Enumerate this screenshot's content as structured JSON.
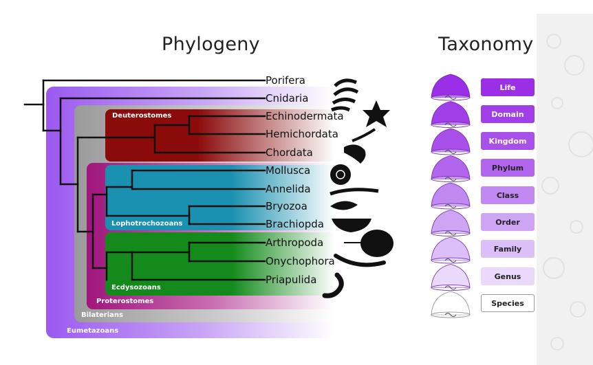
{
  "phylogeny": {
    "title": "Phylogeny",
    "taxa": [
      "Porifera",
      "Cnidaria",
      "Echinodermata",
      "Hemichordata",
      "Chordata",
      "Mollusca",
      "Annelida",
      "Bryozoa",
      "Brachiopda",
      "Arthropoda",
      "Onychophora",
      "Priapulida"
    ],
    "clades": [
      {
        "label": "Eumetazoans",
        "color": "#9b59f0"
      },
      {
        "label": "Bilaterians",
        "color": "#9a9a9a"
      },
      {
        "label": "Deuterostomes",
        "color": "#8b0a0a"
      },
      {
        "label": "Proterostomes",
        "color": "#a0157c"
      },
      {
        "label": "Lophotrochozoans",
        "color": "#1a91b0"
      },
      {
        "label": "Ecdysozoans",
        "color": "#138a1b"
      }
    ]
  },
  "taxonomy": {
    "title": "Taxonomy",
    "ranks": [
      {
        "label": "Life",
        "fill": "#9b2fe6",
        "text": "#ffffff"
      },
      {
        "label": "Domain",
        "fill": "#a03ee8",
        "text": "#ffffff"
      },
      {
        "label": "Kingdom",
        "fill": "#a950ea",
        "text": "#ffffff"
      },
      {
        "label": "Phylum",
        "fill": "#b266ee",
        "text": "#222222"
      },
      {
        "label": "Class",
        "fill": "#c088f1",
        "text": "#222222"
      },
      {
        "label": "Order",
        "fill": "#cea4f5",
        "text": "#222222"
      },
      {
        "label": "Family",
        "fill": "#dcbff8",
        "text": "#222222"
      },
      {
        "label": "Genus",
        "fill": "#ead9fb",
        "text": "#222222"
      },
      {
        "label": "Species",
        "fill": "#ffffff",
        "text": "#222222"
      }
    ]
  }
}
